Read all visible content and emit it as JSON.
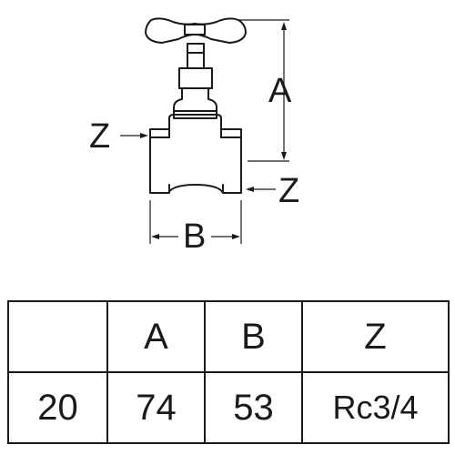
{
  "drawing": {
    "dim_a": "A",
    "dim_b": "B",
    "dim_z_left": "Z",
    "dim_z_right": "Z"
  },
  "table": {
    "header": [
      "",
      "A",
      "B",
      "Z"
    ],
    "rows": [
      [
        "20",
        "74",
        "53",
        "Rc3/4"
      ]
    ]
  }
}
